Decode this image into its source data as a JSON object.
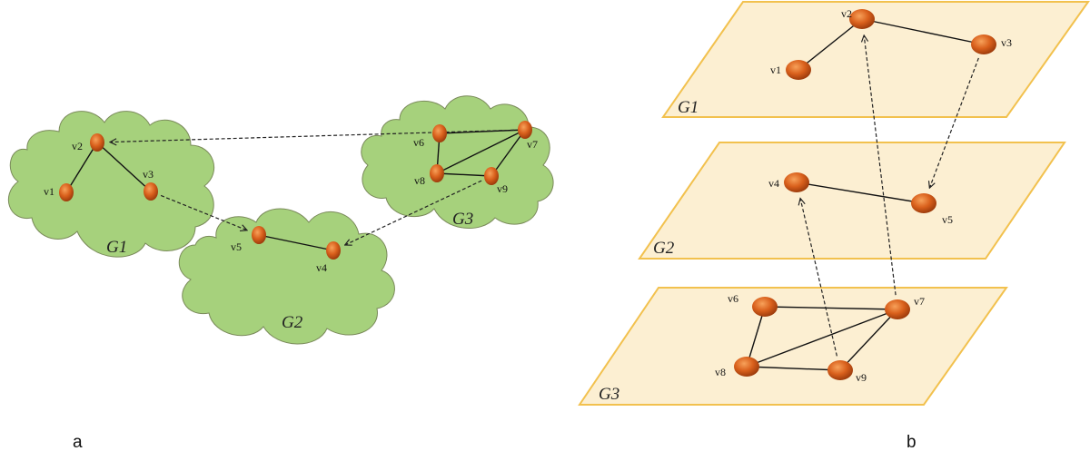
{
  "panels": [
    {
      "id": "a",
      "label": "a",
      "groups": [
        {
          "id": "G1",
          "label": "G1"
        },
        {
          "id": "G2",
          "label": "G2"
        },
        {
          "id": "G3",
          "label": "G3"
        }
      ],
      "nodes": [
        {
          "id": "v1",
          "label": "v1"
        },
        {
          "id": "v2",
          "label": "v2"
        },
        {
          "id": "v3",
          "label": "v3"
        },
        {
          "id": "v4",
          "label": "v4"
        },
        {
          "id": "v5",
          "label": "v5"
        },
        {
          "id": "v6",
          "label": "v6"
        },
        {
          "id": "v7",
          "label": "v7"
        },
        {
          "id": "v8",
          "label": "v8"
        },
        {
          "id": "v9",
          "label": "v9"
        }
      ],
      "edges": [
        [
          "v1",
          "v2"
        ],
        [
          "v2",
          "v3"
        ],
        [
          "v4",
          "v5"
        ],
        [
          "v6",
          "v7"
        ],
        [
          "v6",
          "v8"
        ],
        [
          "v7",
          "v8"
        ],
        [
          "v7",
          "v9"
        ],
        [
          "v8",
          "v9"
        ]
      ],
      "arrows": [
        {
          "from": "v7",
          "to": "v2"
        },
        {
          "from": "v3",
          "to": "v5"
        },
        {
          "from": "v9",
          "to": "v4"
        }
      ]
    },
    {
      "id": "b",
      "label": "b",
      "groups": [
        {
          "id": "G1",
          "label": "G1"
        },
        {
          "id": "G2",
          "label": "G2"
        },
        {
          "id": "G3",
          "label": "G3"
        }
      ],
      "nodes": [
        {
          "id": "v1",
          "label": "v1"
        },
        {
          "id": "v2",
          "label": "v2"
        },
        {
          "id": "v3",
          "label": "v3"
        },
        {
          "id": "v4",
          "label": "v4"
        },
        {
          "id": "v5",
          "label": "v5"
        },
        {
          "id": "v6",
          "label": "v6"
        },
        {
          "id": "v7",
          "label": "v7"
        },
        {
          "id": "v8",
          "label": "v8"
        },
        {
          "id": "v9",
          "label": "v9"
        }
      ],
      "edges": [
        [
          "v2",
          "v3"
        ],
        [
          "v1",
          "v2"
        ],
        [
          "v4",
          "v5"
        ],
        [
          "v6",
          "v7"
        ],
        [
          "v6",
          "v8"
        ],
        [
          "v8",
          "v7"
        ],
        [
          "v8",
          "v9"
        ],
        [
          "v9",
          "v7"
        ]
      ],
      "arrows": [
        {
          "from": "v7",
          "to": "v2"
        },
        {
          "from": "v3",
          "to": "v5"
        },
        {
          "from": "v9",
          "to": "v4"
        }
      ]
    }
  ]
}
